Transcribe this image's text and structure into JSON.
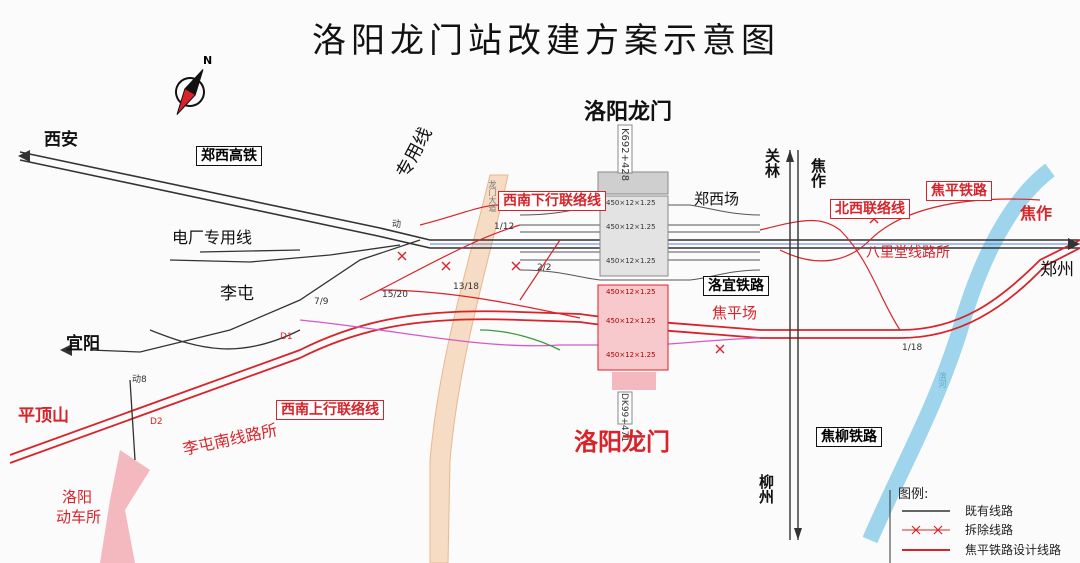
{
  "title": "洛阳龙门站改建方案示意图",
  "compass": {
    "north": "N"
  },
  "stations": {
    "top": "洛阳龙门",
    "bottom": "洛阳龙门",
    "km_top": "K692+428",
    "km_bottom": "DK99+471"
  },
  "places": {
    "xian": "西安",
    "zhengzhou": "郑州",
    "yiyang": "宜阳",
    "pingdingshan": "平顶山",
    "jiaozuo": "焦作",
    "litun": "李屯",
    "depot": [
      "洛阳",
      "动车所"
    ],
    "guanlin": "关林",
    "jiaozuo_v": "焦作",
    "liuzhou": "柳州"
  },
  "lines": {
    "zhengxi": "郑西高铁",
    "special": "专用线",
    "power_plant": "电厂专用线",
    "xinan_down": "西南下行联络线",
    "beixi": "北西联络线",
    "jiaoping": "焦平铁路",
    "luoyi": "洛宜铁路",
    "jiaoliu": "焦柳铁路",
    "xinan_up": "西南上行联络线",
    "litun_south": "李屯南线路所",
    "bali": "八里堂线路所"
  },
  "yards": {
    "zhengxi": "郑西场",
    "jiaoping": "焦平场"
  },
  "platforms_top": [
    "450×12×1.25",
    "450×12×1.25",
    "450×12×1.25"
  ],
  "platforms_bottom": [
    "450×12×1.25",
    "450×12×1.25",
    "450×12×1.25"
  ],
  "turnouts": [
    "1/12",
    "2/2",
    "13/18",
    "15/20",
    "7/9",
    "1/18",
    "D1",
    "D2"
  ],
  "small": {
    "dong": "动",
    "dong8": "动8",
    "road1": "龙门大道",
    "road2": "滨河"
  },
  "legend": {
    "title": "图例:",
    "items": [
      {
        "label": "既有线路",
        "color": "#333333"
      },
      {
        "label": "拆除线路",
        "color": "#d8232a"
      },
      {
        "label": "焦平铁路设计线路",
        "color": "#d8232a"
      }
    ]
  },
  "colors": {
    "existing": "#333333",
    "design": "#d8232a",
    "river": "#9fd5ec",
    "pink": "#f3b9bf"
  }
}
